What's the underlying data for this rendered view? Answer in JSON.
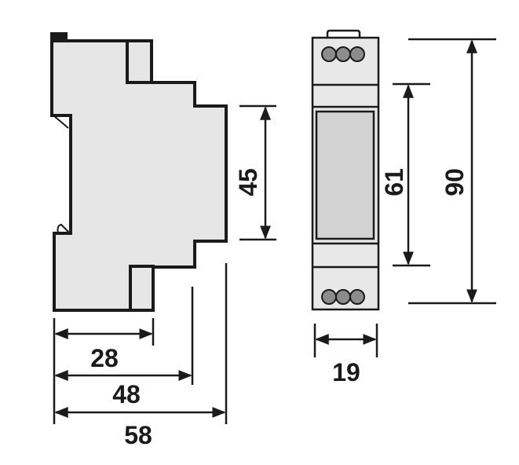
{
  "drawing": {
    "colors": {
      "body": "#e6e6e6",
      "window": "#d2d2d2",
      "terminal": "#8c8c8c",
      "line": "#1a1a1a"
    },
    "dimensions": {
      "height_front": "45",
      "window_height": "61",
      "total_height": "90",
      "depth_1": "28",
      "depth_2": "48",
      "depth_3": "58",
      "width": "19"
    }
  }
}
